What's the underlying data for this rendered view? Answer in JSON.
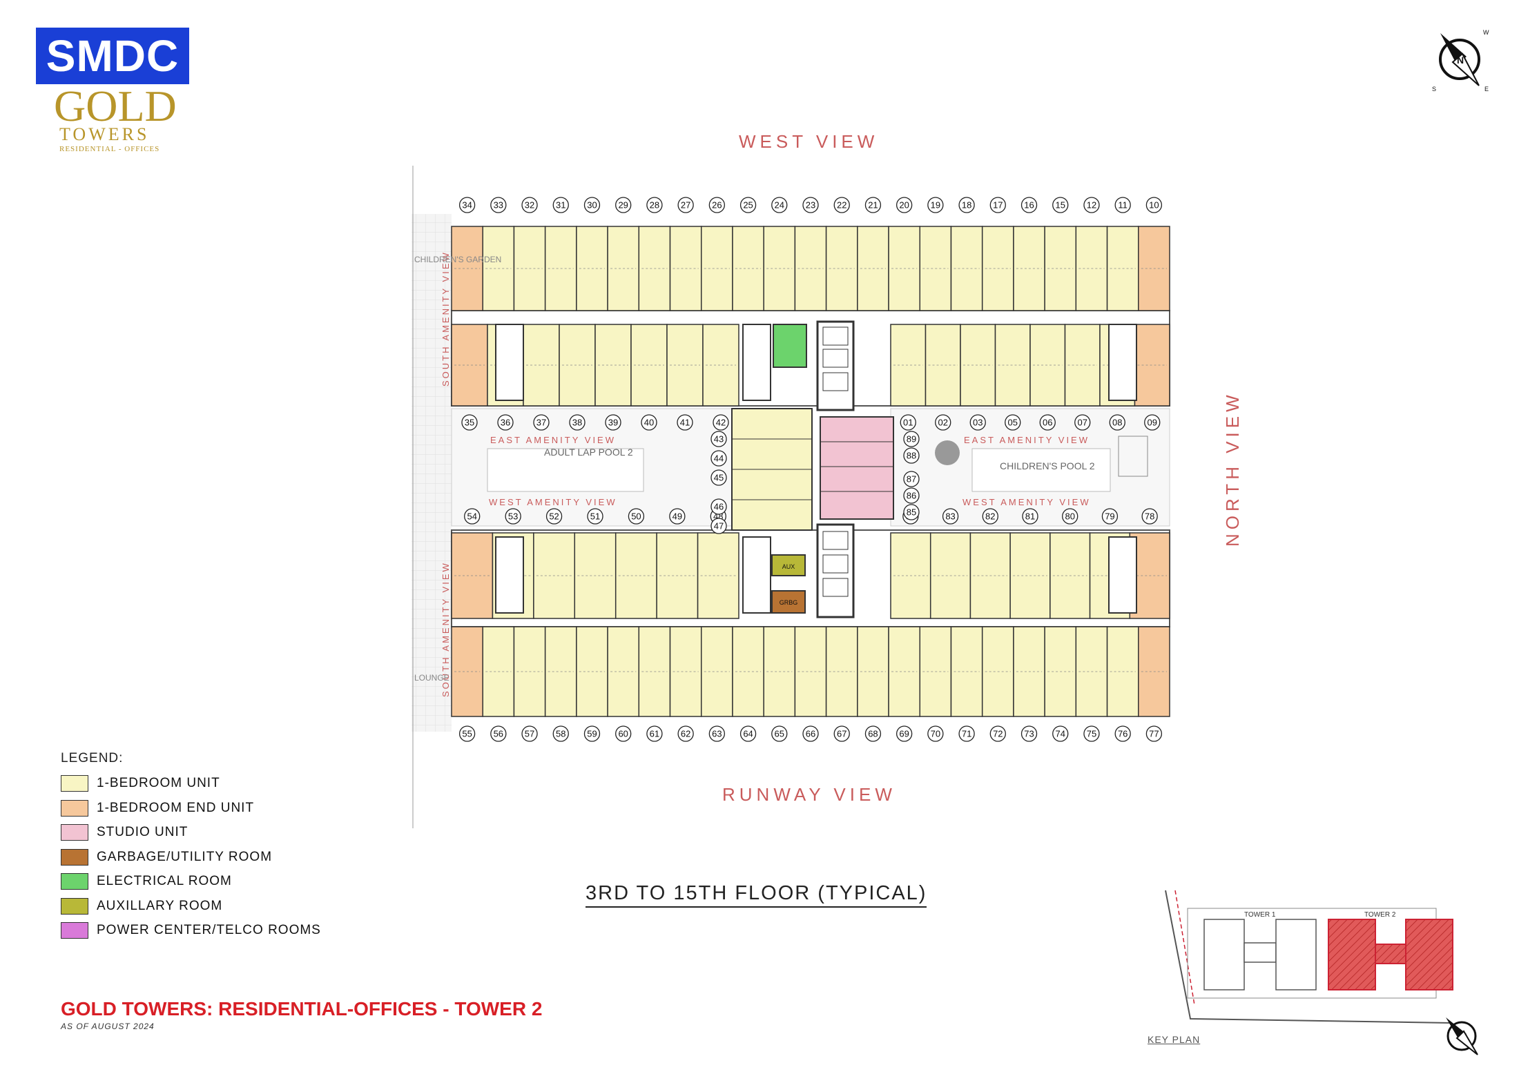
{
  "brand": {
    "logo_text": "SMDC",
    "gold_text": "GOLD",
    "towers_text": "TOWERS",
    "sub_text": "RESIDENTIAL - OFFICES"
  },
  "views": {
    "top": "WEST VIEW",
    "bottom": "RUNWAY VIEW",
    "right": "NORTH VIEW",
    "south_amenity": "SOUTH AMENITY VIEW",
    "east_amenity": "EAST AMENITY VIEW",
    "west_amenity": "WEST AMENITY VIEW"
  },
  "amenities": {
    "pool_left": "ADULT LAP POOL 2",
    "pool_right": "CHILDREN'S POOL 2",
    "garden": "CHILDREN'S GARDEN",
    "lounge": "LOUNGE"
  },
  "units": {
    "top_row": [
      "34",
      "33",
      "32",
      "31",
      "30",
      "29",
      "28",
      "27",
      "26",
      "25",
      "24",
      "23",
      "22",
      "21",
      "20",
      "19",
      "18",
      "17",
      "16",
      "15",
      "12",
      "11",
      "10"
    ],
    "upper_mid_left": [
      "35",
      "36",
      "37",
      "38",
      "39",
      "40",
      "41",
      "42"
    ],
    "upper_mid_right": [
      "01",
      "02",
      "03",
      "05",
      "06",
      "07",
      "08",
      "09"
    ],
    "core_right": [
      "89",
      "88",
      "87",
      "86",
      "85"
    ],
    "core_left": [
      "43",
      "44",
      "45",
      "46",
      "47"
    ],
    "lower_mid_left": [
      "54",
      "53",
      "52",
      "51",
      "50",
      "49",
      "48"
    ],
    "lower_mid_right": [
      "84",
      "83",
      "82",
      "81",
      "80",
      "79",
      "78"
    ],
    "bottom_row": [
      "55",
      "56",
      "57",
      "58",
      "59",
      "60",
      "61",
      "62",
      "63",
      "64",
      "65",
      "66",
      "67",
      "68",
      "69",
      "70",
      "71",
      "72",
      "73",
      "74",
      "75",
      "76",
      "77"
    ]
  },
  "room_tags": {
    "aux": "AUX",
    "garbage": "GRBG"
  },
  "legend": {
    "title": "LEGEND:",
    "items": [
      {
        "label": "1-BEDROOM UNIT",
        "color": "#f8f5c4"
      },
      {
        "label": "1-BEDROOM END UNIT",
        "color": "#f6c89c"
      },
      {
        "label": "STUDIO UNIT",
        "color": "#f2c3d2"
      },
      {
        "label": "GARBAGE/UTILITY ROOM",
        "color": "#b87333"
      },
      {
        "label": "ELECTRICAL ROOM",
        "color": "#6cd36c"
      },
      {
        "label": "AUXILLARY ROOM",
        "color": "#b8b838"
      },
      {
        "label": "POWER CENTER/TELCO ROOMS",
        "color": "#d97ad9"
      }
    ]
  },
  "floor_title": "3RD TO 15TH FLOOR (TYPICAL)",
  "footer": {
    "title": "GOLD TOWERS: RESIDENTIAL-OFFICES  - TOWER 2",
    "date": "AS OF AUGUST 2024"
  },
  "key_plan": {
    "label": "KEY PLAN",
    "tower1": "TOWER 1",
    "tower2": "TOWER 2"
  },
  "compass": {
    "north": "N",
    "east": "E",
    "south": "S",
    "west": "W"
  },
  "colors": {
    "unit": "#f8f5c4",
    "end_unit": "#f6c89c",
    "studio": "#f2c3d2",
    "garbage": "#b87333",
    "electrical": "#6cd36c",
    "aux": "#b8b838",
    "view_text": "#c95b5b",
    "key_tower2": "#e15a5a",
    "brand_blue": "#1a3fd6",
    "brand_gold": "#b8952a"
  }
}
